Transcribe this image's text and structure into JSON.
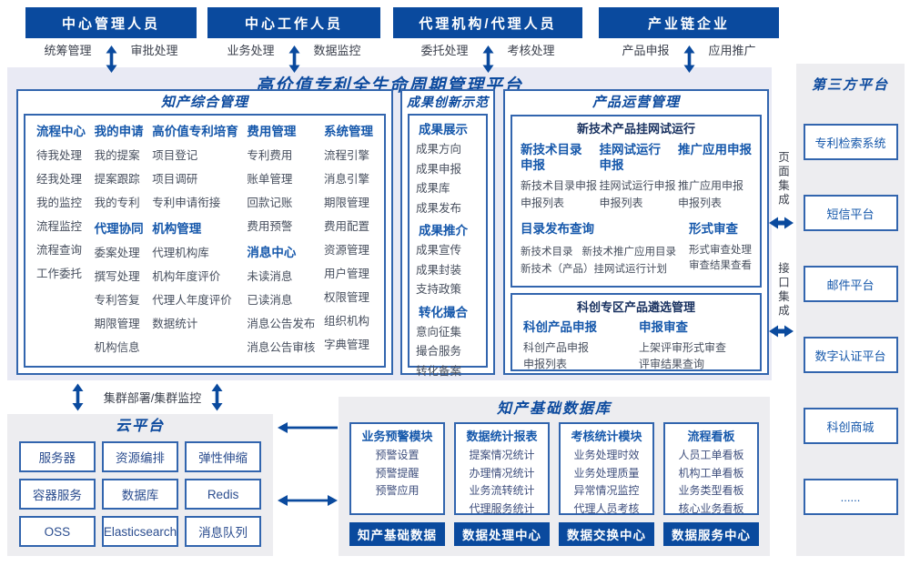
{
  "actors": [
    {
      "title": "中心管理人员",
      "left": "统筹管理",
      "right": "审批处理"
    },
    {
      "title": "中心工作人员",
      "left": "业务处理",
      "right": "数据监控"
    },
    {
      "title": "代理机构/代理人员",
      "left": "委托处理",
      "right": "考核处理"
    },
    {
      "title": "产业链企业",
      "left": "产品申报",
      "right": "应用推广"
    }
  ],
  "platform": {
    "title": "高价值专利全生命周期管理平台"
  },
  "ip": {
    "title": "知产综合管理",
    "columns": [
      {
        "groups": [
          {
            "title": "流程中心",
            "items": [
              "待我处理",
              "经我处理",
              "我的监控",
              "流程监控",
              "流程查询",
              "工作委托"
            ]
          }
        ]
      },
      {
        "groups": [
          {
            "title": "我的申请",
            "items": [
              "我的提案",
              "提案跟踪",
              "我的专利"
            ]
          },
          {
            "title": "代理协同",
            "items": [
              "委案处理",
              "撰写处理",
              "专利答复",
              "期限管理",
              "机构信息"
            ]
          }
        ]
      },
      {
        "groups": [
          {
            "title": "高价值专利培育",
            "items": [
              "项目登记",
              "项目调研",
              "专利申请衔接"
            ]
          },
          {
            "title": "机构管理",
            "items": [
              "代理机构库",
              "机构年度评价",
              "代理人年度评价",
              "数据统计"
            ]
          }
        ]
      },
      {
        "groups": [
          {
            "title": "费用管理",
            "items": [
              "专利费用",
              "账单管理",
              "回款记账",
              "费用预警"
            ]
          },
          {
            "title": "消息中心",
            "items": [
              "未读消息",
              "已读消息",
              "消息公告发布",
              "消息公告审核"
            ]
          }
        ]
      },
      {
        "groups": [
          {
            "title": "系统管理",
            "items": [
              "流程引擎",
              "消息引擎",
              "期限管理",
              "费用配置",
              "资源管理",
              "用户管理",
              "权限管理",
              "组织机构",
              "字典管理"
            ]
          }
        ]
      }
    ]
  },
  "achv": {
    "title": "成果创新示范",
    "groups": [
      {
        "title": "成果展示",
        "items": [
          "成果方向",
          "成果申报",
          "成果库",
          "成果发布"
        ]
      },
      {
        "title": "成果推介",
        "items": [
          "成果宣传",
          "成果封装",
          "支持政策"
        ]
      },
      {
        "title": "转化撮合",
        "items": [
          "意向征集",
          "撮合服务",
          "转化备案"
        ]
      }
    ]
  },
  "ops": {
    "title": "产品运营管理",
    "box1": {
      "title": "新技术产品挂网试运行",
      "groups": [
        {
          "title": "新技术目录申报",
          "items": [
            "新技术目录申报",
            "申报列表"
          ]
        },
        {
          "title": "挂网试运行申报",
          "items": [
            "挂网试运行申报",
            "申报列表"
          ]
        },
        {
          "title": "推广应用申报",
          "items": [
            "推广应用申报",
            "申报列表"
          ]
        }
      ],
      "bottom": [
        {
          "title": "目录发布查询",
          "items": [
            "新技术目录",
            "新技术推广应用目录",
            "新技术（产品）挂网试运行计划"
          ]
        },
        {
          "title": "形式审查",
          "items": [
            "形式审查处理",
            "审查结果查看"
          ]
        }
      ]
    },
    "box2": {
      "title": "科创专区产品遴选管理",
      "groups": [
        {
          "title": "科创产品申报",
          "items": [
            "科创产品申报",
            "申报列表"
          ]
        },
        {
          "title": "申报审查",
          "items": [
            "上架评审形式审查",
            "评审结果查询"
          ]
        }
      ]
    }
  },
  "cloud": {
    "title": "云平台",
    "cells": [
      "服务器",
      "资源编排",
      "弹性伸缩",
      "容器服务",
      "数据库",
      "Redis",
      "OSS",
      "Elasticsearch",
      "消息队列"
    ]
  },
  "db": {
    "title": "知产基础数据库",
    "modules": [
      {
        "title": "业务预警模块",
        "items": [
          "预警设置",
          "预警提醒",
          "预警应用"
        ]
      },
      {
        "title": "数据统计报表",
        "items": [
          "提案情况统计",
          "办理情况统计",
          "业务流转统计",
          "代理服务统计"
        ]
      },
      {
        "title": "考核统计模块",
        "items": [
          "业务处理时效",
          "业务处理质量",
          "异常情况监控",
          "代理人员考核"
        ]
      },
      {
        "title": "流程看板",
        "items": [
          "人员工单看板",
          "机构工单看板",
          "业务类型看板",
          "核心业务看板"
        ]
      }
    ],
    "buttons": [
      "知产基础数据",
      "数据处理中心",
      "数据交换中心",
      "数据服务中心"
    ]
  },
  "third": {
    "title": "第三方平台",
    "boxes": [
      "专利检索系统",
      "短信平台",
      "邮件平台",
      "数字认证平台",
      "科创商城",
      "......"
    ]
  },
  "connectors": {
    "cluster_label": "集群部署/集群监控",
    "page_integration": "页面集成",
    "api_integration": "接口集成"
  },
  "icons": {
    "vertical_link": "double-arrow-vertical",
    "horizontal_link": "double-arrow-horizontal",
    "data_flow": "arrow-left"
  },
  "colors": {
    "primary": "#0a4a9e",
    "border": "#3265ae",
    "header_text": "#1658ab",
    "main_bg": "#e9eaf4",
    "panel_bg": "#ededf0"
  }
}
